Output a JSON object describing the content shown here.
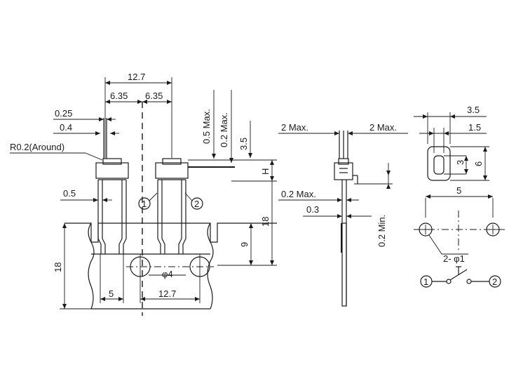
{
  "front_view": {
    "pitch_total": "12.7",
    "half_left": "6.35",
    "half_right": "6.35",
    "lead_w": "0.25",
    "lead_t": "0.4",
    "radius": "R0.2(Around)",
    "lead_offset": "0.5",
    "top_max_a": "0.5 Max.",
    "top_max_b": "0.2 Max.",
    "height_label": "3.5",
    "h_label": "H",
    "tab_height": "18",
    "tab_lower": "9",
    "board_height": "18",
    "bottom_offset": "5",
    "bottom_pitch": "12.7",
    "hole_dia": "φ4",
    "pin1": "1",
    "pin2": "2"
  },
  "side_view": {
    "left_max": "2 Max.",
    "right_max": "2 Max.",
    "gap_max": "0.2 Max.",
    "thickness": "0.3",
    "min_label": "0.2 Min."
  },
  "top_view": {
    "width": "3.5",
    "inner": "1.5",
    "inner_h": "3",
    "outer_h": "6"
  },
  "footprint": {
    "spacing": "5",
    "holes": "2- φ1"
  },
  "schematic": {
    "pin1": "1",
    "pin2": "2"
  }
}
